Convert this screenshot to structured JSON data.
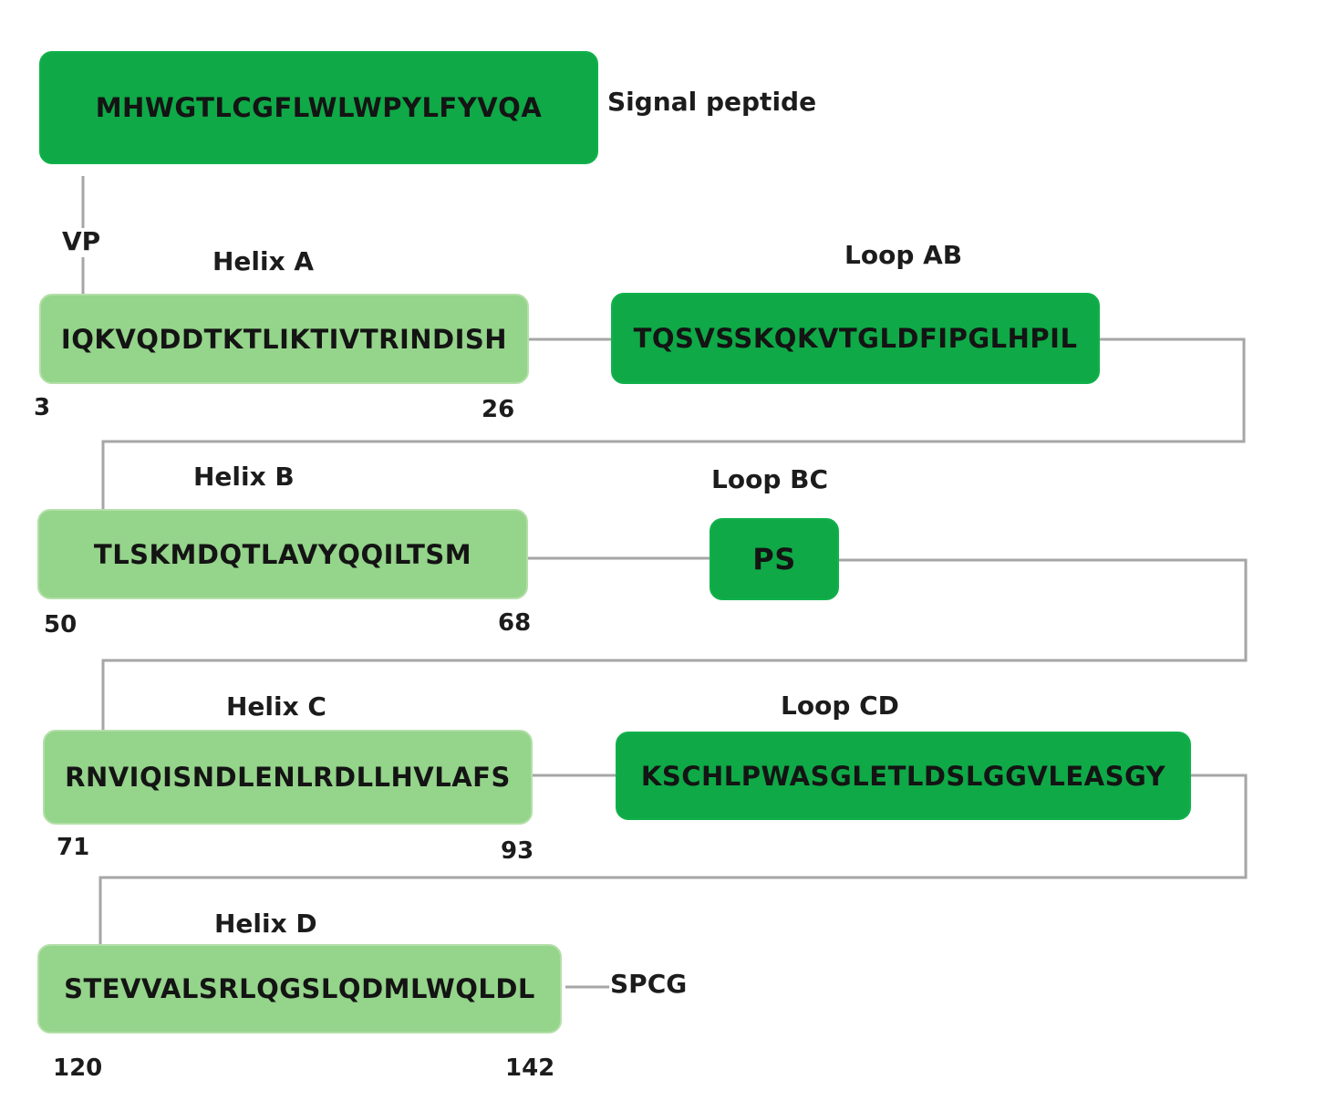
{
  "colors": {
    "loop_box": "#0fa947",
    "helix_box": "#95d48b",
    "connector": "#a6a6a6"
  },
  "signal_peptide": {
    "sequence": "MHWGTLCGFLWLWPYLFYVQA",
    "label": "Signal peptide"
  },
  "vp_label": "VP",
  "helix_a": {
    "label": "Helix A",
    "sequence": "IQKVQDDTKTLIKTIVTRINDISH",
    "start": "3",
    "end": "26"
  },
  "loop_ab": {
    "label": "Loop AB",
    "sequence": "TQSVSSKQKVTGLDFIPGLHPIL"
  },
  "helix_b": {
    "label": "Helix B",
    "sequence": "TLSKMDQTLAVYQQILTSM",
    "start": "50",
    "end": "68"
  },
  "loop_bc": {
    "label": "Loop BC",
    "sequence": "PS"
  },
  "helix_c": {
    "label": "Helix C",
    "sequence": "RNVIQISNDLENLRDLLHVLAFS",
    "start": "71",
    "end": "93"
  },
  "loop_cd": {
    "label": "Loop CD",
    "sequence": "KSCHLPWASGLETLDSLGGVLEASGY"
  },
  "helix_d": {
    "label": "Helix D",
    "sequence": "STEVVALSRLQGSLQDMLWQLDL",
    "start": "120",
    "end": "142"
  },
  "c_terminal_label": "SPCG"
}
